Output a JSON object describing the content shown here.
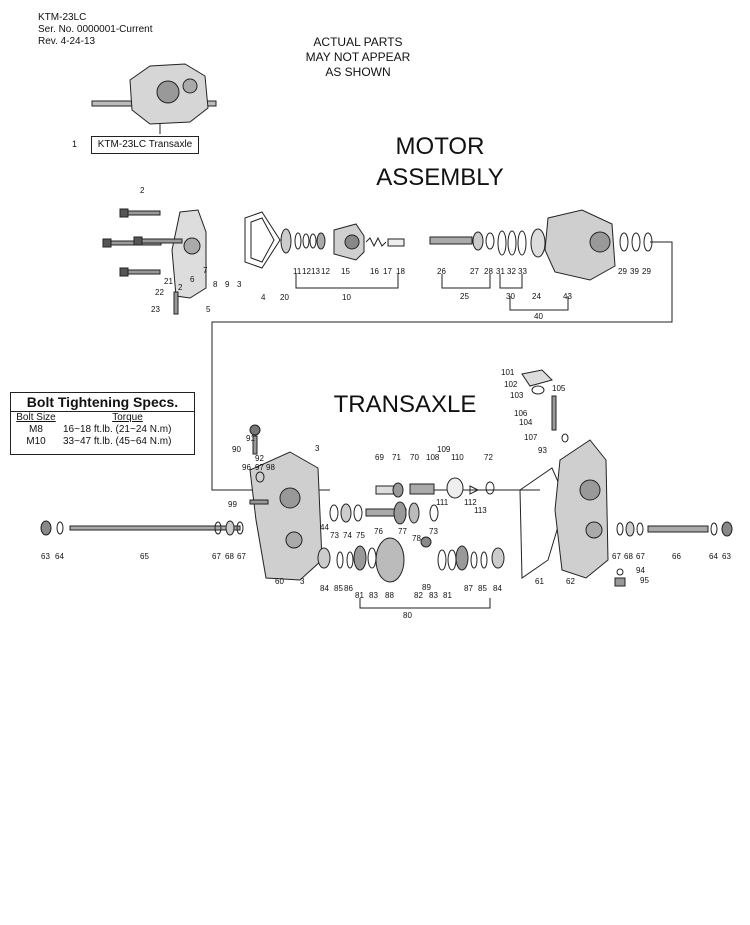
{
  "header": {
    "model": "KTM-23LC",
    "serial": "Ser. No. 0000001-Current",
    "revision": "Rev. 4-24-13"
  },
  "notice": {
    "line1": "ACTUAL PARTS",
    "line2": "MAY NOT APPEAR",
    "line3": "AS SHOWN"
  },
  "assembly_callout": {
    "number": "1",
    "label": "KTM-23LC Transaxle"
  },
  "sections": {
    "motor_line1": "MOTOR",
    "motor_line2": "ASSEMBLY",
    "transaxle": "TRANSAXLE"
  },
  "bolt_specs": {
    "title": "Bolt Tightening Specs.",
    "col_size": "Bolt Size",
    "col_torque": "Torque",
    "rows": [
      {
        "size": "M8",
        "torque": "16~18 ft.lb. (21~24 N.m)"
      },
      {
        "size": "M10",
        "torque": "33~47 ft.lb. (45~64 N.m)"
      }
    ]
  },
  "part_labels": {
    "motor": [
      "2",
      "2",
      "21",
      "22",
      "23",
      "6",
      "7",
      "8",
      "9",
      "3",
      "4",
      "5",
      "20",
      "11",
      "12",
      "13",
      "12",
      "15",
      "16",
      "17",
      "18",
      "10",
      "26",
      "27",
      "28",
      "25",
      "31",
      "32",
      "33",
      "30",
      "24",
      "43",
      "40",
      "29",
      "39",
      "29"
    ],
    "transaxle": [
      "101",
      "102",
      "103",
      "105",
      "106",
      "104",
      "107",
      "93",
      "90",
      "91",
      "92",
      "96",
      "97",
      "98",
      "3",
      "99",
      "44",
      "69",
      "71",
      "70",
      "108",
      "109",
      "110",
      "72",
      "111",
      "112",
      "113",
      "73",
      "74",
      "75",
      "76",
      "77",
      "73",
      "78",
      "63",
      "64",
      "65",
      "67",
      "68",
      "67",
      "60",
      "3",
      "84",
      "85",
      "86",
      "81",
      "83",
      "88",
      "89",
      "82",
      "83",
      "81",
      "87",
      "85",
      "84",
      "80",
      "61",
      "62",
      "67",
      "68",
      "67",
      "66",
      "64",
      "63",
      "94",
      "95"
    ]
  }
}
